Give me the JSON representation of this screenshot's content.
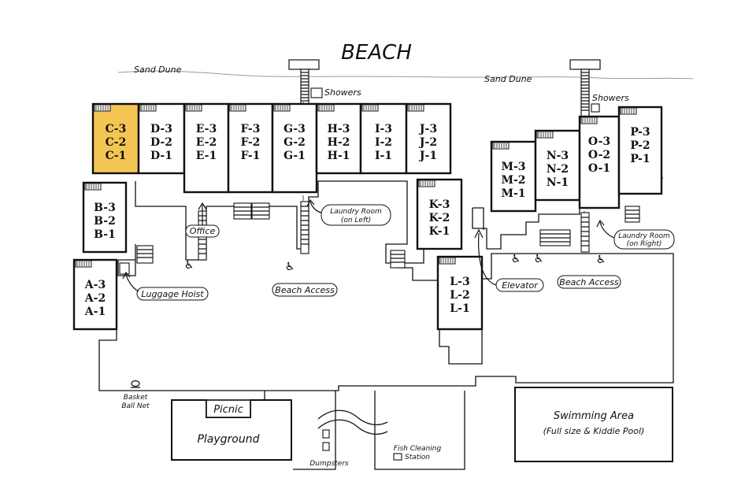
{
  "title": "BEACH",
  "sand_dune_labels": [
    "Sand Dune",
    "Sand Dune"
  ],
  "units": [
    {
      "name": "C",
      "floors": [
        "C-3",
        "C-2",
        "C-1"
      ],
      "highlight": true
    },
    {
      "name": "D",
      "floors": [
        "D-3",
        "D-2",
        "D-1"
      ]
    },
    {
      "name": "E",
      "floors": [
        "E-3",
        "E-2",
        "E-1"
      ]
    },
    {
      "name": "F",
      "floors": [
        "F-3",
        "F-2",
        "F-1"
      ]
    },
    {
      "name": "G",
      "floors": [
        "G-3",
        "G-2",
        "G-1"
      ]
    },
    {
      "name": "H",
      "floors": [
        "H-3",
        "H-2",
        "H-1"
      ]
    },
    {
      "name": "I",
      "floors": [
        "I-3",
        "I-2",
        "I-1"
      ]
    },
    {
      "name": "J",
      "floors": [
        "J-3",
        "J-2",
        "J-1"
      ]
    },
    {
      "name": "B",
      "floors": [
        "B-3",
        "B-2",
        "B-1"
      ]
    },
    {
      "name": "A",
      "floors": [
        "A-3",
        "A-2",
        "A-1"
      ]
    },
    {
      "name": "K",
      "floors": [
        "K-3",
        "K-2",
        "K-1"
      ]
    },
    {
      "name": "L",
      "floors": [
        "L-3",
        "L-2",
        "L-1"
      ]
    },
    {
      "name": "M",
      "floors": [
        "M-3",
        "M-2",
        "M-1"
      ]
    },
    {
      "name": "N",
      "floors": [
        "N-3",
        "N-2",
        "N-1"
      ]
    },
    {
      "name": "O",
      "floors": [
        "O-3",
        "O-2",
        "O-1"
      ]
    },
    {
      "name": "P",
      "floors": [
        "P-3",
        "P-2",
        "P-1"
      ]
    }
  ],
  "labels": {
    "showers_left": "Showers",
    "showers_right": "Showers",
    "office": "Office",
    "luggage_hoist": "Luggage Hoist",
    "beach_access_left": "Beach Access",
    "beach_access_right": "Beach Access",
    "laundry_left": "Laundry Room",
    "laundry_left_sub": "(on Left)",
    "laundry_right": "Laundry Room",
    "laundry_right_sub": "(on Right)",
    "elevator": "Elevator",
    "basket_line1": "Basket",
    "basket_line2": "Ball Net",
    "picnic": "Picnic",
    "playground": "Playground",
    "dumpsters": "Dumpsters",
    "fish_line1": "Fish Cleaning",
    "fish_line2": "Station",
    "swimming": "Swimming Area",
    "swimming_sub": "(Full size & Kiddie Pool)"
  },
  "icons": {
    "wheelchair": "wheelchair-icon",
    "stairs": "stairs-icon",
    "arrow": "pointer-arrow-icon"
  },
  "colors": {
    "highlight": "#f3c552",
    "path": "#7a98b8",
    "ink": "#111111"
  }
}
